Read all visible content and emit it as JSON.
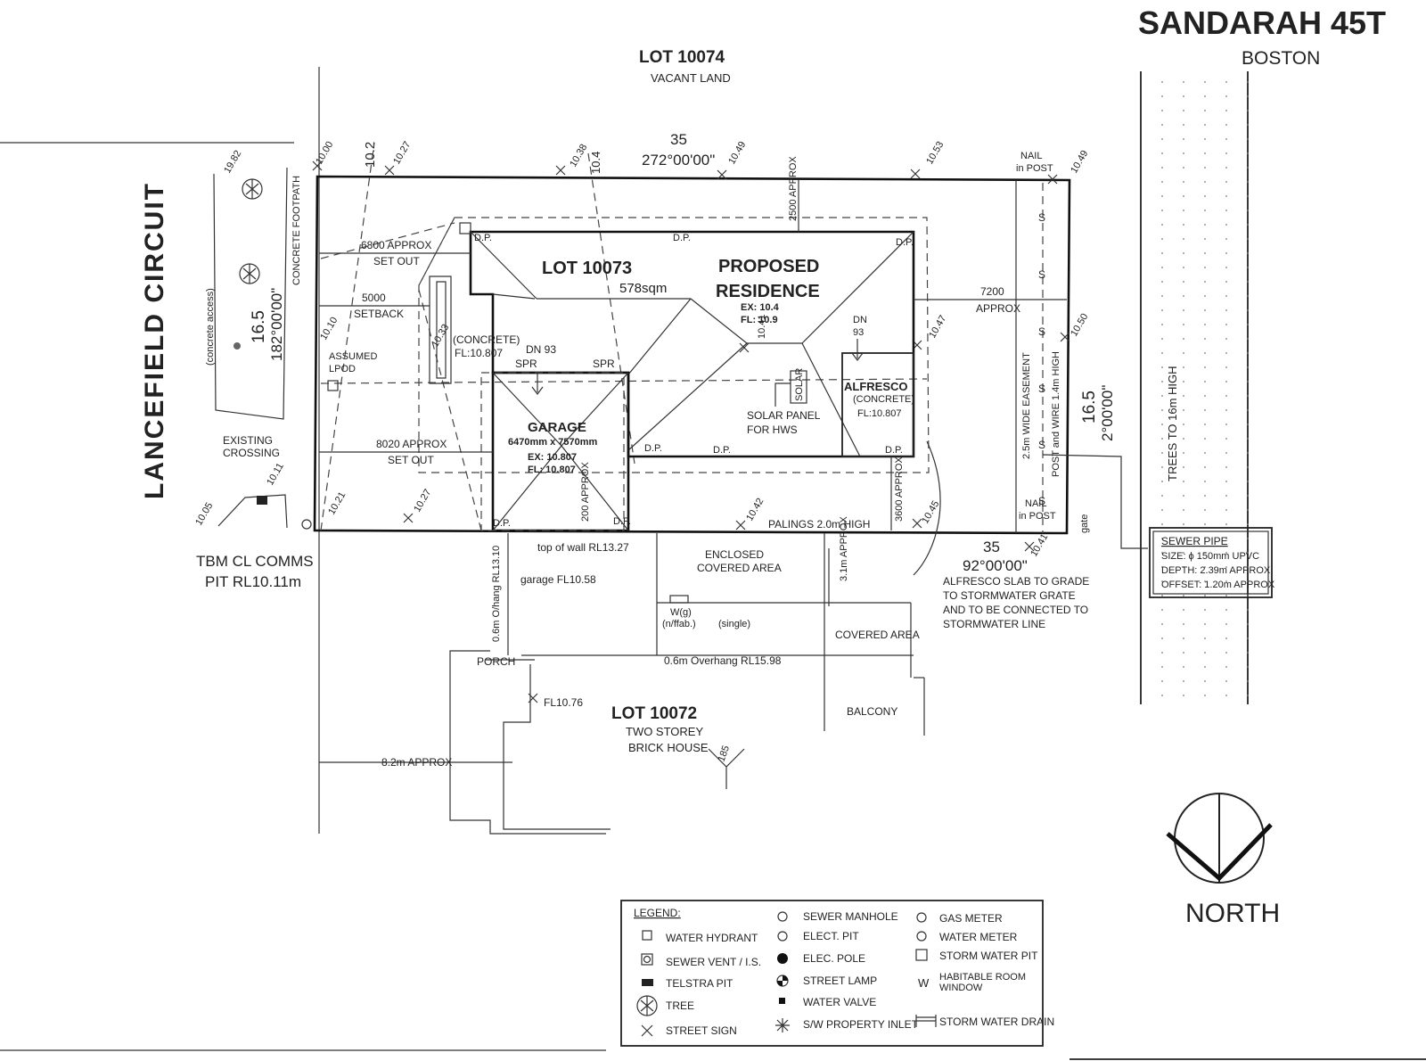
{
  "title": {
    "name": "SANDARAH 45T",
    "facade": "BOSTON"
  },
  "road": {
    "name": "LANCEFIELD CIRCUIT",
    "bearing_dist": "16.5",
    "bearing": "182°00'00\"",
    "concrete_access": "(concrete access)",
    "footpath": "CONCRETE FOOTPATH",
    "crossing": "EXISTING\nCROSSING",
    "tbm": [
      "TBM CL COMMS",
      "PIT RL10.11m"
    ]
  },
  "north_lot": {
    "name": "LOT 10074",
    "desc": "VACANT LAND"
  },
  "south_lot": {
    "name": "LOT 10072",
    "desc": [
      "TWO STOREY",
      "BRICK HOUSE"
    ],
    "porch": "PORCH",
    "covered": "COVERED AREA",
    "enclosed": [
      "ENCLOSED",
      "COVERED AREA"
    ],
    "balcony": "BALCONY",
    "window": [
      "W(g)",
      "(n/ffab.)",
      "(single)"
    ],
    "overhang": "0.6m Overhang RL15.98",
    "overhang_v": "0.6m O/hang RL13.10",
    "garage_fl": "garage FL10.58",
    "fl": "FL10.76",
    "top_wall": "top of wall RL13.27",
    "offset": "8.2m APPROX",
    "offset_v": "3.1m APPROX",
    "num": "185"
  },
  "lot": {
    "name": "LOT 10073",
    "area": "578sqm"
  },
  "residence": {
    "name": [
      "PROPOSED",
      "RESIDENCE"
    ],
    "ex": "EX: 10.4",
    "fl": "FL: 10.9",
    "level": "10.41"
  },
  "garage": {
    "name": "GARAGE",
    "size": "6470mm x 7570mm",
    "ex": "EX: 10.807",
    "fl": "FL: 10.807"
  },
  "alfresco": {
    "name": "ALFRESCO",
    "sub": "(CONCRETE)",
    "fl": "FL:10.807",
    "dn": "DN\n93"
  },
  "porch_front": {
    "sub": "(CONCRETE)",
    "fl": "FL:10.807",
    "dn": "DN 93",
    "spr": "SPR",
    "spr2": "SPR"
  },
  "solar": {
    "tag": "SOLAR",
    "label": [
      "SOLAR PANEL",
      "FOR HWS"
    ]
  },
  "boundary": {
    "top_dist": "35",
    "top_bearing": "272°00'00\"",
    "bottom_dist": "35",
    "bottom_bearing": "92°00'00\"",
    "right_dist": "16.5",
    "right_bearing": "2°00'00\""
  },
  "setbacks": {
    "front_top": [
      "6800 APPROX",
      "SET OUT"
    ],
    "front_mid": [
      "5000",
      "SETBACK"
    ],
    "front_bot": [
      "8020 APPROX",
      "SET OUT"
    ],
    "rear": [
      "7200",
      "APPROX"
    ],
    "side_top": "2500 APPROX",
    "side_bot": "3600 APPROX",
    "garage_side": "200 APPROX"
  },
  "easement": {
    "easement": "2.5m WIDE EASEMENT",
    "fence": "POST and WIRE 1.4m HIGH",
    "palings": "PALINGS 2.0m HIGH",
    "trees": "TREES TO 16m HIGH",
    "nail_top": [
      "NAIL",
      "in POST"
    ],
    "nail_bot": [
      "NAIL",
      "in POST"
    ],
    "gate": "gate",
    "s": "S"
  },
  "levels": {
    "l1": "10.00",
    "l2": "10.2",
    "l3": "10.27",
    "l4": "10.38",
    "l5": "10.4",
    "l6": "10.49",
    "l7": "10.53",
    "l8": "10.49",
    "l9": "10.10",
    "l10": "10.33",
    "l11": "10.47",
    "l12": "10.50",
    "l13": "10.21",
    "l14": "10.27",
    "l15": "10.42",
    "l16": "10.45",
    "l17": "10.41",
    "l18": "10.11",
    "l19": "10.05",
    "l20": "19.82"
  },
  "markers": {
    "dp": "D.P.",
    "lpod": [
      "ASSUMED",
      "LPOD"
    ]
  },
  "drainage": [
    "ALFRESCO SLAB TO GRADE",
    "TO STORMWATER GRATE",
    "AND TO BE CONNECTED TO",
    "STORMWATER LINE"
  ],
  "sewer": {
    "title": "SEWER PIPE",
    "size": "SIZE: ϕ 150mm UPVC",
    "depth": "DEPTH: 2.39m APPROX",
    "offset": "OFFSET: 1.20m APPROX"
  },
  "legend": {
    "title": "LEGEND:",
    "col1": [
      "WATER HYDRANT",
      "SEWER VENT / I.S.",
      "TELSTRA PIT",
      "TREE",
      "STREET SIGN"
    ],
    "col2": [
      "SEWER MANHOLE",
      "ELECT. PIT",
      "ELEC. POLE",
      "STREET LAMP",
      "WATER VALVE",
      "S/W PROPERTY INLET"
    ],
    "col3": [
      "GAS METER",
      "WATER METER",
      "STORM WATER PIT",
      "HABITABLE ROOM",
      "WINDOW",
      "STORM WATER DRAIN"
    ]
  },
  "north_label": "NORTH"
}
